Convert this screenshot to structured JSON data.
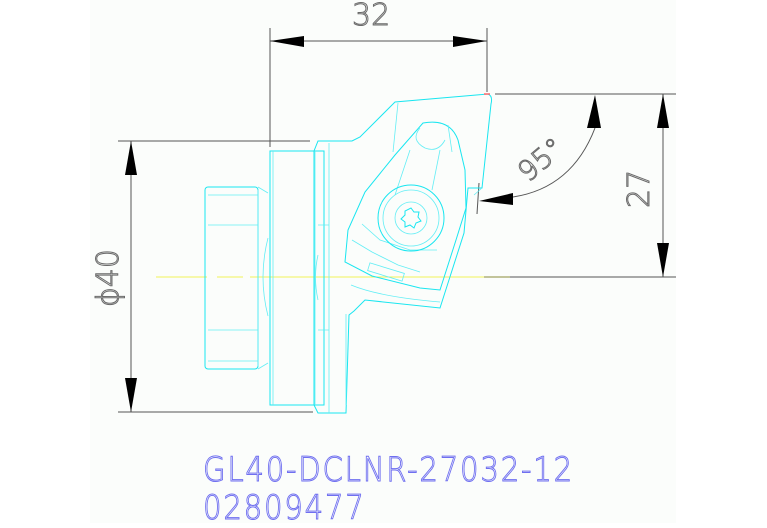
{
  "drawing": {
    "dimensions": {
      "width_top": "32",
      "height_right": "27",
      "diameter_left": "ϕ40",
      "angle": "95°"
    },
    "part_number": "GL40-DCLNR-27032-12",
    "order_code": "02809477",
    "colors": {
      "part_outline": "#19e6f0",
      "dimension": "#555555",
      "centerline": "#f2f25a",
      "label_text": "#6f6ff0",
      "background": "#fbfdfb"
    }
  }
}
